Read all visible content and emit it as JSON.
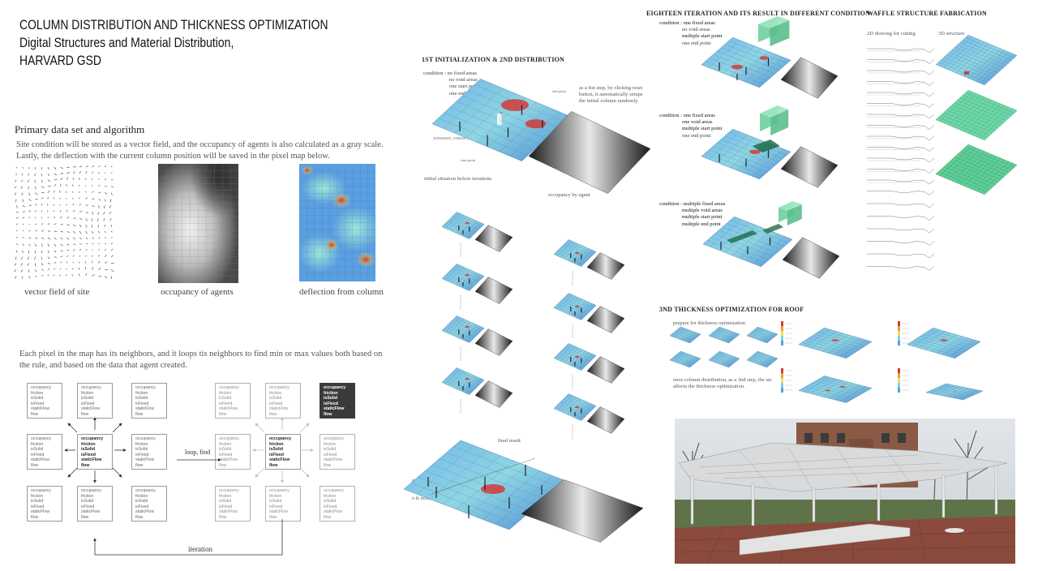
{
  "header": {
    "title_line1": "COLUMN DISTRIBUTION AND THICKNESS OPTIMIZATION",
    "title_line2": "Digital Structures and Material Distribution,",
    "title_line3": "HARVARD GSD"
  },
  "primary": {
    "heading": "Primary data set and algorithm",
    "text": "Site condition will be stored as a vector field, and the occupancy of agents is also calculated as a gray scale. Lastly, the deflection with the current column  position will be saved in the pixel map below.",
    "captions": [
      "vector field of site",
      "occupancy of agents",
      "deflection from column"
    ]
  },
  "neighbors": {
    "text": "Each pixel in the map has its neighbors, and it loops tis neighbors to find min or max values both based on the rule, and based on the data that agent created.",
    "cell_fields": [
      "occupancy",
      "friction",
      "isSolid",
      "isFixed",
      "staticFlow",
      "flow"
    ],
    "loop_label": "loop, find",
    "iteration_label": "iteration"
  },
  "init": {
    "heading": "1ST INITIALIZATION & 2ND DISTRIBUTION",
    "condition": [
      "condition : no fixed areas",
      "no void areas",
      "one start point",
      "one end point"
    ],
    "note": "as a fist step, by clicking reset button, it automatically setups the initial column randomly.",
    "end_point": "end point",
    "start_point": "start point",
    "stress_label": "JONMISED_STRESS MAX",
    "before": "initial situation before iterations",
    "occupancy": "occupancy by agent",
    "final": "final result",
    "minmax": "n & max)"
  },
  "eighteen": {
    "heading": "EIGHTEEN ITERATION AND ITS RESULT IN DIFFERENT CONDITION",
    "c1": [
      "condition : one fixed areas",
      "no void areas",
      "multiple start point",
      "one end point"
    ],
    "c2": [
      "condition : one fixed areas",
      "one void areas",
      "multiple start point",
      "one end point"
    ],
    "c3": [
      "condition : multiple fixed areas",
      "multiple void areas",
      "multiple start point",
      "multiple end point"
    ]
  },
  "waffle": {
    "heading": "WAFFLE  STRUCTURE FABRICATION",
    "drawing": "2D drawing for cutting",
    "structure": "3D structure"
  },
  "thickness": {
    "heading": "3ND THICKNESS OPTIMIZATION FOR ROOF",
    "prepare": "prepare for thickness optimization",
    "once": "once column distribution, as a 3nd step, the ste affects the thickness optimization."
  },
  "colors": {
    "field_blue": "#5a9fe0",
    "field_cyan": "#7cd4e0",
    "hot_red": "#d23a3a",
    "green_box": "#7fd9b0"
  }
}
